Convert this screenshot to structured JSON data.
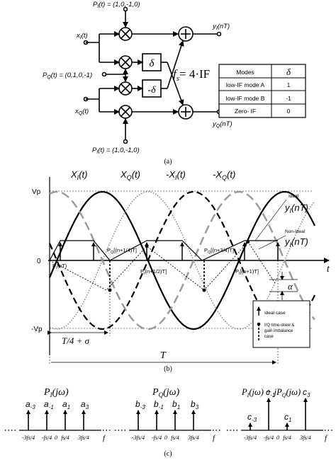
{
  "panel_a": {
    "pi_top": "P",
    "pi_top_sub": "I",
    "pi_top_arg": "(t) = (1,0,-1,0)",
    "xi": "x",
    "xi_sub": "I",
    "xi_arg": "(t)",
    "pq": "P",
    "pq_sub": "Q",
    "pq_arg": "(t) = (0,1,0,-1)",
    "xq": "x",
    "xq_sub": "Q",
    "xq_arg": "(t)",
    "pi_bot": "P",
    "pi_bot_sub": "I",
    "pi_bot_arg": "(t) = (1,0,-1,0)",
    "yi": "y",
    "yi_sub": "I",
    "yi_arg": "(nT)",
    "yq": "y",
    "yq_sub": "Q",
    "yq_arg": "(nT)",
    "delta": "δ",
    "neg_delta": "-δ",
    "fs": "f",
    "fs_sub": "s",
    "fs_eq": "= 4·IF",
    "table": {
      "header": [
        "Modes",
        "δ"
      ],
      "rows": [
        [
          "low-IF mode A",
          "1"
        ],
        [
          "low-IF mode B",
          "-1"
        ],
        [
          "Zero- IF",
          "0"
        ]
      ]
    },
    "caption": "(a)"
  },
  "panel_b": {
    "curve_labels": [
      {
        "name": "X",
        "sub": "I",
        "arg": "(t)"
      },
      {
        "name": "X",
        "sub": "Q",
        "arg": "(t)"
      },
      {
        "name": "-X",
        "sub": "I",
        "arg": "(t)"
      },
      {
        "name": "-X",
        "sub": "Q",
        "arg": "(t)"
      }
    ],
    "vp": "Vp",
    "neg_vp": "-Vp",
    "zero": "0",
    "t_axis": "t",
    "ideal": "Ideal",
    "non_ideal": "Non-Ideal",
    "y_label": "y",
    "y_sub": "I",
    "y_arg": "(nT)",
    "sample_labels": [
      {
        "p": "P",
        "sub": "I",
        "arg": "(nT)"
      },
      {
        "p": "P",
        "sub": "Q",
        "arg": "[(n+1/4)T]"
      },
      {
        "p": "P",
        "sub": "I",
        "arg": "(n+1/2)T]"
      },
      {
        "p": "P",
        "sub": "Q",
        "arg": "[(n+3/4)T]"
      },
      {
        "p": "P",
        "sub": "I",
        "arg": "[(n+1)T]"
      }
    ],
    "alpha": "α",
    "legend_ideal": "Ideal case",
    "legend_nonideal_1": "I/Q time-skew &",
    "legend_nonideal_2": "gain imbalance",
    "legend_nonideal_3": "case",
    "t4_sigma": "T/4 + σ",
    "T": "T",
    "caption": "(b)"
  },
  "panel_c": {
    "spectra": [
      {
        "title": "P",
        "title_sub": "I",
        "title_arg": "(jω)",
        "coeffs": [
          [
            "a",
            "-3"
          ],
          [
            "a",
            "-1"
          ],
          [
            "a",
            "1"
          ],
          [
            "a",
            "3"
          ]
        ]
      },
      {
        "title": "P",
        "title_sub": "Q",
        "title_arg": "(jω)",
        "coeffs": [
          [
            "b",
            "-3"
          ],
          [
            "b",
            "-1"
          ],
          [
            "b",
            "1"
          ],
          [
            "b",
            "3"
          ]
        ]
      },
      {
        "title": "P",
        "title_sub": "I",
        "title_arg": "(jω) + jP",
        "title_sub2": "Q",
        "title_arg2": "(jω)",
        "coeffs": [
          [
            "c",
            "-3"
          ],
          [
            "c",
            "-1"
          ],
          [
            "c",
            "1"
          ],
          [
            "c",
            "3"
          ]
        ]
      }
    ],
    "ticks": [
      "-3f",
      "s",
      "/4",
      "-f",
      "s",
      "/4",
      "0",
      "f",
      "s",
      "/4",
      "3f",
      "s",
      "/4"
    ],
    "tick_labels": [
      "-3fs/4",
      "-fs/4",
      "0",
      "fs/4",
      "3fs/4"
    ],
    "f_axis": "f",
    "caption": "(c)"
  }
}
